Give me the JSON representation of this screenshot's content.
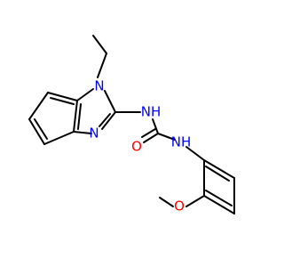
{
  "molecule": {
    "atoms": {
      "n1": "N",
      "n3": "N",
      "nh_a": "NH",
      "nh_b": "NH",
      "o_carbonyl": "O",
      "o_methoxy": "O"
    }
  },
  "colors": {
    "bond": "#000000",
    "nitrogen": "#0000ff",
    "oxygen": "#ff0000",
    "background": "#ffffff"
  }
}
